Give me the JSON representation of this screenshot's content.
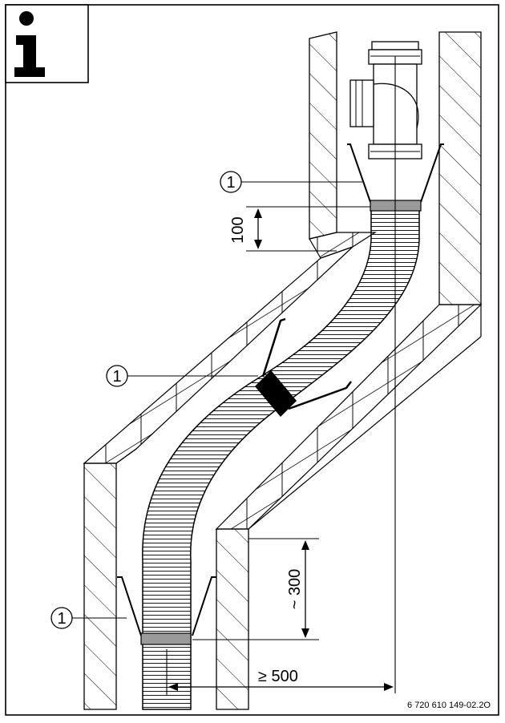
{
  "info_icon": {
    "glyph": "i",
    "name": "info-icon"
  },
  "callouts": [
    {
      "label": "1"
    },
    {
      "label": "1"
    },
    {
      "label": "1"
    }
  ],
  "dimensions": {
    "top_gap": "100",
    "bottom_gap": "~ 300",
    "horizontal_offset": "≥ 500"
  },
  "document_code": "6 720 610 149-02.2O",
  "colors": {
    "line": "#000000",
    "clamp_band": "#9a9a9a",
    "background": "#ffffff"
  }
}
